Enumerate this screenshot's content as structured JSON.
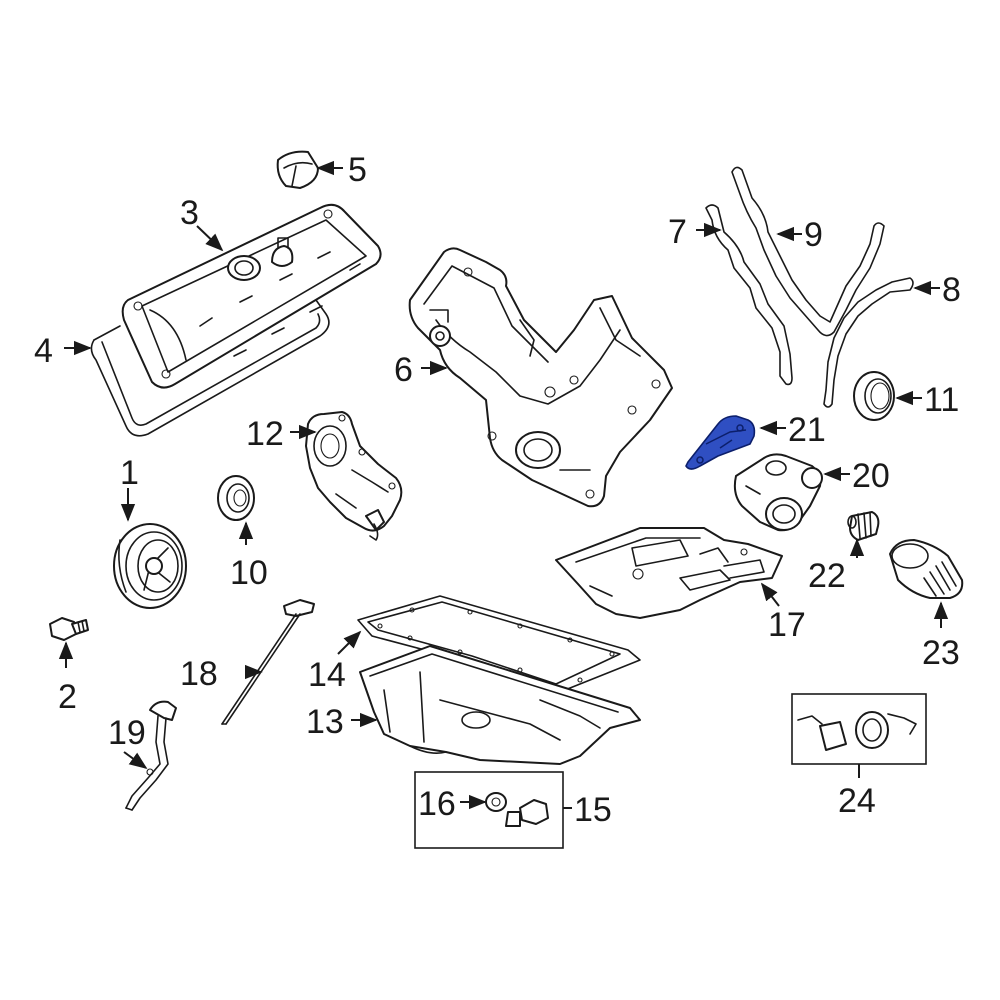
{
  "highlight_color": "#2f4fc2",
  "callouts": {
    "c1": "1",
    "c2": "2",
    "c3": "3",
    "c4": "4",
    "c5": "5",
    "c6": "6",
    "c7": "7",
    "c8": "8",
    "c9": "9",
    "c10": "10",
    "c11": "11",
    "c12": "12",
    "c13": "13",
    "c14": "14",
    "c15": "15",
    "c16": "16",
    "c17": "17",
    "c18": "18",
    "c19": "19",
    "c20": "20",
    "c21": "21",
    "c22": "22",
    "c23": "23",
    "c24": "24"
  }
}
